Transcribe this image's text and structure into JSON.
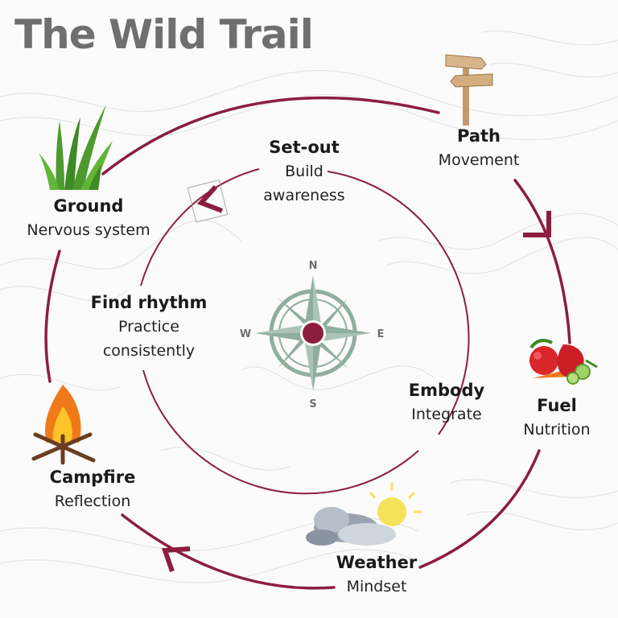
{
  "title": "The Wild Trail",
  "outer_cycle": [
    {
      "name": "Path",
      "desc": "Movement",
      "icon": "signpost-icon"
    },
    {
      "name": "Fuel",
      "desc": "Nutrition",
      "icon": "vegetables-icon"
    },
    {
      "name": "Weather",
      "desc": "Mindset",
      "icon": "weather-icon"
    },
    {
      "name": "Campfire",
      "desc": "Reflection",
      "icon": "campfire-icon"
    },
    {
      "name": "Ground",
      "desc": "Nervous system",
      "icon": "grass-icon"
    }
  ],
  "inner_cycle": [
    {
      "name": "Set-out",
      "desc": [
        "Build",
        "awareness"
      ]
    },
    {
      "name": "Embody",
      "desc": [
        "Integrate"
      ]
    },
    {
      "name": "Find rhythm",
      "desc": [
        "Practice",
        "consistently"
      ]
    }
  ],
  "compass": {
    "n": "N",
    "e": "E",
    "s": "S",
    "w": "W",
    "icon": "compass-rose-icon"
  },
  "colors": {
    "accent": "#8b1e3f",
    "compass": "#8fae9e",
    "title": "#6f6f6f",
    "contours": "#e6e6e6"
  }
}
